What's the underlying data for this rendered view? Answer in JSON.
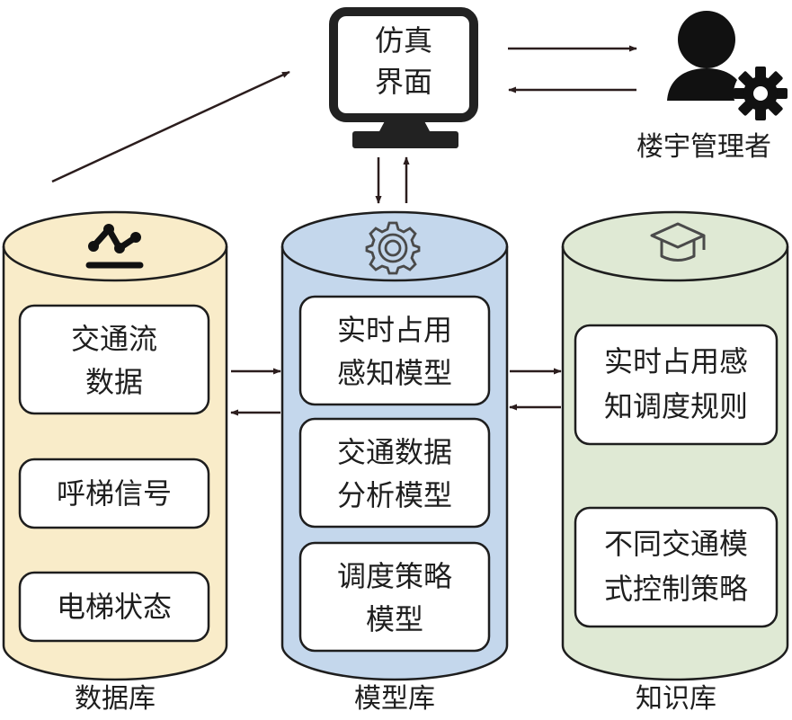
{
  "simulation_interface": {
    "screen_lines": [
      "仿真",
      "界面"
    ]
  },
  "building_manager": {
    "label": "楼宇管理者"
  },
  "databases": {
    "data": {
      "label": "数据库",
      "fill": "#f9ecc9",
      "items": [
        {
          "lines": [
            "交通流",
            "数据"
          ]
        },
        {
          "lines": [
            "呼梯信号"
          ]
        },
        {
          "lines": [
            "电梯状态"
          ]
        }
      ]
    },
    "model": {
      "label": "模型库",
      "fill": "#c4d7ec",
      "items": [
        {
          "lines": [
            "实时占用",
            "感知模型"
          ]
        },
        {
          "lines": [
            "交通数据",
            "分析模型"
          ]
        },
        {
          "lines": [
            "调度策略",
            "模型"
          ]
        }
      ]
    },
    "knowledge": {
      "label": "知识库",
      "fill": "#dfe9d4",
      "items": [
        {
          "lines": [
            "实时占用感",
            "知调度规则"
          ]
        },
        {
          "lines": [
            "不同交通模",
            "式控制策略"
          ]
        }
      ]
    }
  },
  "colors": {
    "stroke": "#1e1e1e",
    "arrow": "#2b1d1d",
    "icon_gray": "#4a4a4a"
  }
}
